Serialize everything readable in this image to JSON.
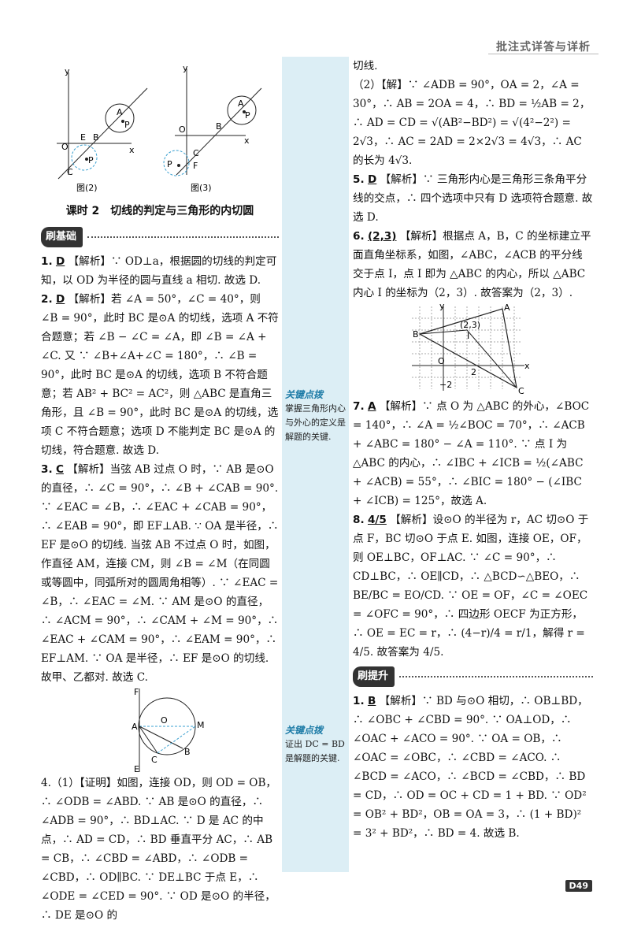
{
  "header": {
    "title": "批注式详答与详析",
    "page": "D49"
  },
  "figures": {
    "fig2_caption": "图(2)",
    "fig3_caption": "图(3)"
  },
  "left": {
    "lesson_title": "课时 2　切线的判定与三角形的内切圆",
    "section_basic": "刷基础",
    "q1": {
      "num": "1.",
      "ans": "D",
      "text": "【解析】∵ OD⊥a，根据圆的切线的判定可知，以 OD 为半径的圆与直线 a 相切. 故选 D."
    },
    "q2": {
      "num": "2.",
      "ans": "D",
      "text": "【解析】若 ∠A = 50°，∠C = 40°，则 ∠B = 90°，此时 BC 是⊙A 的切线，选项 A 不符合题意；若 ∠B − ∠C = ∠A，即 ∠B = ∠A + ∠C. 又 ∵ ∠B+∠A+∠C = 180°，∴ ∠B = 90°，此时 BC 是⊙A 的切线，选项 B 不符合题意；若 AB² + BC² = AC²，则 △ABC 是直角三角形，且 ∠B = 90°，此时 BC 是⊙A 的切线，选项 C 不符合题意；选项 D 不能判定 BC 是⊙A 的切线，符合题意. 故选 D."
    },
    "q3": {
      "num": "3.",
      "ans": "C",
      "text": "【解析】当弦 AB 过点 O 时，∵ AB 是⊙O 的直径，∴ ∠C = 90°，∴ ∠B + ∠CAB = 90°. ∵ ∠EAC = ∠B，∴ ∠EAC + ∠CAB = 90°，∴ ∠EAB = 90°，即 EF⊥AB. ∵ OA 是半径，∴ EF 是⊙O 的切线. 当弦 AB 不过点 O 时，如图，作直径 AM，连接 CM，则 ∠B = ∠M（在同圆或等圆中，同弧所对的圆周角相等）. ∵ ∠EAC = ∠B，∴ ∠EAC = ∠M. ∵ AM 是⊙O 的直径，∴ ∠ACM = 90°，∴ ∠CAM + ∠M = 90°，∴ ∠EAC + ∠CAM = 90°，∴ ∠EAM = 90°，∴ EF⊥AM. ∵ OA 是半径，∴ EF 是⊙O 的切线. 故甲、乙都对. 故选 C."
    },
    "q4a": "4.（1）【证明】如图，连接 OD，则 OD = OB，∴ ∠ODB = ∠ABD. ∵ AB 是⊙O 的直径，∴ ∠ADB = 90°，∴ BD⊥AC. ∵ D 是 AC 的中点，∴ AD = CD，∴ BD 垂直平分 AC，∴ AB = CB，∴ ∠CBD = ∠ABD，∴ ∠ODB = ∠CBD，∴ OD∥BC. ∵ DE⊥BC 于点 E，∴ ∠ODE = ∠CED = 90°. ∵ OD 是⊙O 的半径，∴ DE 是⊙O 的"
  },
  "right": {
    "q4b": "切线.",
    "q4c": "（2）【解】∵ ∠ADB = 90°，OA = 2，∠A = 30°，∴ AB = 2OA = 4，∴ BD = ½AB = 2，∴ AD = CD = √(AB²−BD²) = √(4²−2²) = 2√3，∴ AC = 2AD = 2×2√3 = 4√3，∴ AC 的长为 4√3.",
    "q5": {
      "num": "5.",
      "ans": "D",
      "text": "【解析】∵ 三角形内心是三角形三条角平分线的交点，∴ 四个选项中只有 D 选项符合题意. 故选 D."
    },
    "q6": {
      "num": "6.",
      "ans": "(2,3)",
      "text": "【解析】根据点 A，B，C 的坐标建立平面直角坐标系，如图，∠ABC，∠ACB 的平分线交于点 I，点 I 即为 △ABC 的内心，所以 △ABC 内心 I 的坐标为（2，3）. 故答案为（2，3）."
    },
    "q7": {
      "num": "7.",
      "ans": "A",
      "text": "【解析】∵ 点 O 为 △ABC 的外心，∠BOC = 140°，∴ ∠A = ½∠BOC = 70°，∴ ∠ACB + ∠ABC = 180° − ∠A = 110°. ∵ 点 I 为 △ABC 的内心，∴ ∠IBC + ∠ICB = ½(∠ABC + ∠ACB) = 55°，∴ ∠BIC = 180° − (∠IBC + ∠ICB) = 125°，故选 A."
    },
    "q8": {
      "num": "8.",
      "ans": "4/5",
      "text": "【解析】设⊙O 的半径为 r，AC 切⊙O 于点 F，BC 切⊙O 于点 E. 如图，连接 OE，OF，则 OE⊥BC，OF⊥AC. ∵ ∠C = 90°，∴ CD⊥BC，∴ OE∥CD，∴ △BCD∽△BEO，∴ BE/BC = EO/CD. ∵ OE = OF，∠C = ∠OEC = ∠OFC = 90°，∴ 四边形 OECF 为正方形，∴ OE = EC = r，∴ (4−r)/4 = r/1，解得 r = 4/5. 故答案为 4/5."
    },
    "section_up": "刷提升",
    "p1": {
      "num": "1.",
      "ans": "B",
      "text": "【解析】∵ BD 与⊙O 相切，∴ OB⊥BD，∴ ∠OBC + ∠CBD = 90°. ∵ OA⊥OD，∴ ∠OAC + ∠ACO = 90°. ∵ OA = OB，∴ ∠OAC = ∠OBC，∴ ∠CBD = ∠ACO. ∴ ∠BCD = ∠ACO，∴ ∠BCD = ∠CBD，∴ BD = CD，∴ OD = OC + CD = 1 + BD. ∵ OD² = OB² + BD²，OB = OA = 3，∴ (1 + BD)² = 3² + BD²，∴ BD = 4. 故选 B."
    }
  },
  "notes": [
    {
      "title": "关键点拨",
      "text": "掌握三角形内心与外心的定义是解题的关键."
    },
    {
      "title": "关键点拨",
      "text": "证出 DC = BD 是解题的关键."
    }
  ]
}
